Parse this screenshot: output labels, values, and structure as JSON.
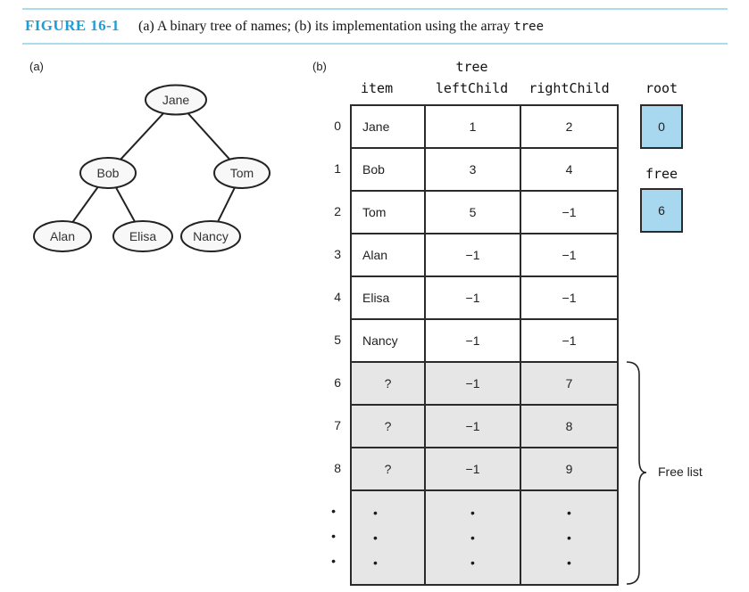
{
  "figure": {
    "label": "FIGURE 16-1",
    "caption_prefix": "(a) A binary tree of names; (b) its implementation using the array",
    "caption_code": "tree"
  },
  "panel_a": {
    "label": "(a)",
    "nodes": {
      "jane": "Jane",
      "bob": "Bob",
      "tom": "Tom",
      "alan": "Alan",
      "elisa": "Elisa",
      "nancy": "Nancy"
    },
    "edges": [
      [
        "Jane",
        "Bob"
      ],
      [
        "Jane",
        "Tom"
      ],
      [
        "Bob",
        "Alan"
      ],
      [
        "Bob",
        "Elisa"
      ],
      [
        "Tom",
        "Nancy"
      ]
    ]
  },
  "panel_b": {
    "label": "(b)",
    "array_title": "tree",
    "columns": {
      "item": "item",
      "left": "leftChild",
      "right": "rightChild"
    },
    "rows": [
      {
        "index": "0",
        "item": "Jane",
        "left": "1",
        "right": "2"
      },
      {
        "index": "1",
        "item": "Bob",
        "left": "3",
        "right": "4"
      },
      {
        "index": "2",
        "item": "Tom",
        "left": "5",
        "right": "−1"
      },
      {
        "index": "3",
        "item": "Alan",
        "left": "−1",
        "right": "−1"
      },
      {
        "index": "4",
        "item": "Elisa",
        "left": "−1",
        "right": "−1"
      },
      {
        "index": "5",
        "item": "Nancy",
        "left": "−1",
        "right": "−1"
      },
      {
        "index": "6",
        "item": "?",
        "left": "−1",
        "right": "7"
      },
      {
        "index": "7",
        "item": "?",
        "left": "−1",
        "right": "8"
      },
      {
        "index": "8",
        "item": "?",
        "left": "−1",
        "right": "9"
      }
    ],
    "dot": "•",
    "root_label": "root",
    "root_value": "0",
    "free_label": "free",
    "free_value": "6",
    "free_list_label": "Free list"
  },
  "colors": {
    "accent_cyan": "#1e9ed6",
    "rule_cyan": "#abdced",
    "pointer_box_fill": "#a7d8ef",
    "free_row_fill": "#e6e6e7",
    "border": "#2b2b2b"
  }
}
